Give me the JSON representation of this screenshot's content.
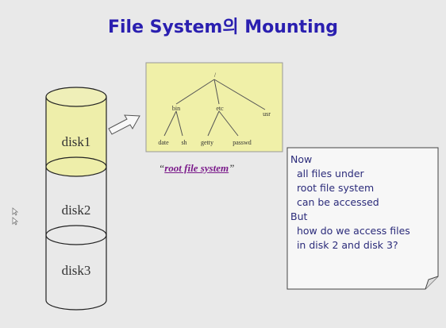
{
  "slide": {
    "title": "File System의 Mounting",
    "colors": {
      "title": "#2a1fb0",
      "disk1_fill": "#eeeeaa",
      "tree_bg": "#f0f0a8",
      "caption": "#7a1a8a"
    }
  },
  "disks": [
    "disk1",
    "disk2",
    "disk3"
  ],
  "tree": {
    "root": "/",
    "level1": [
      "bin",
      "etc",
      "usr"
    ],
    "level2": [
      "date",
      "sh",
      "getty",
      "passwd"
    ]
  },
  "caption": {
    "open": "“",
    "text": "root file system",
    "close": "”"
  },
  "note": {
    "lines": [
      "Now",
      "  all files under",
      "  root file system",
      "  can be accessed",
      "",
      "But",
      "  how do we access files",
      "  in disk 2 and disk 3?"
    ]
  },
  "icons": [
    "arrow-icon",
    "cursor-icon"
  ]
}
